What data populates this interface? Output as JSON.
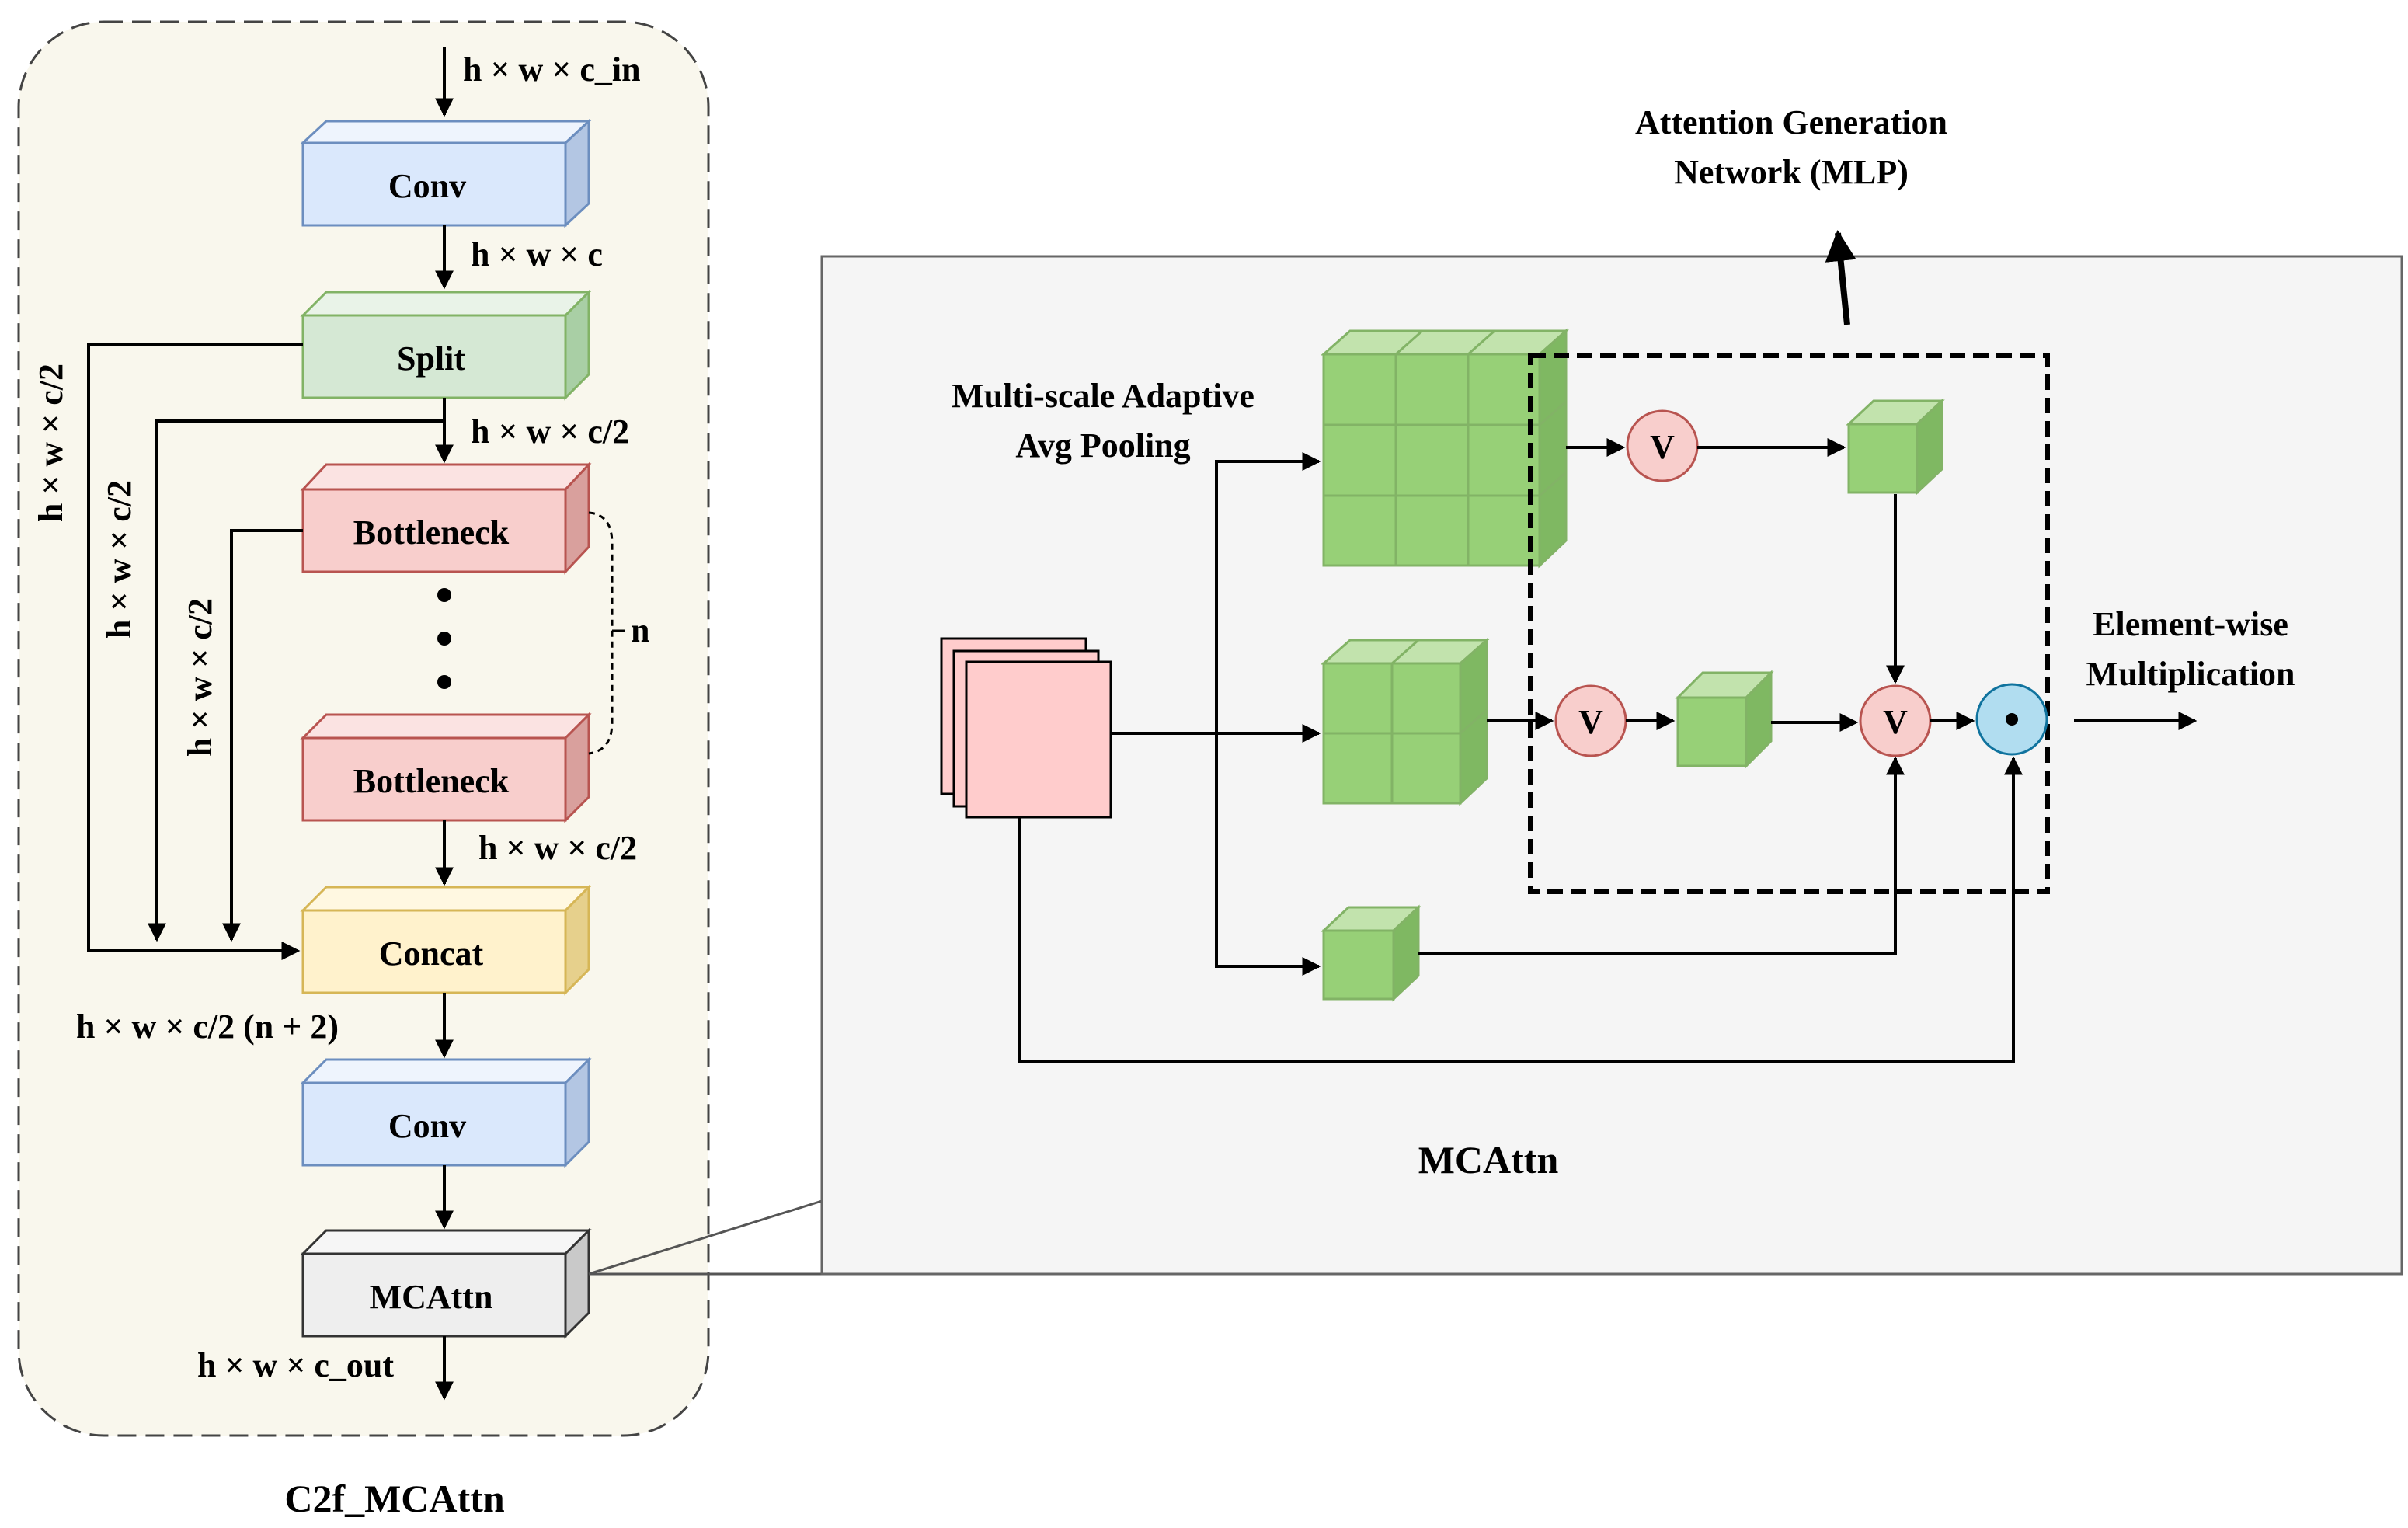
{
  "left_panel": {
    "title": "C2f_MCAttn",
    "blocks": {
      "conv1": "Conv",
      "split": "Split",
      "bottleneck1": "Bottleneck",
      "bottleneck2": "Bottleneck",
      "concat": "Concat",
      "conv2": "Conv",
      "mcattn": "MCAttn"
    },
    "labels": {
      "in": "h × w × c_in",
      "after_conv": "h × w × c",
      "after_split": "h × w × c/2",
      "after_bottleneck": "h × w × c/2",
      "branch_outer": "h × w × c/2",
      "branch_mid": "h × w × c/2",
      "branch_inner": "h × w × c/2",
      "concat_out": "h × w × c/2 (n + 2)",
      "out": "h × w × c_out",
      "repeat_n": "n"
    }
  },
  "right_panel": {
    "title": "MCAttn",
    "pooling_label_line1": "Multi-scale Adaptive",
    "pooling_label_line2": "Avg Pooling",
    "mlp_label_line1": "Attention Generation",
    "mlp_label_line2": "Network (MLP)",
    "mult_label_line1": "Element-wise",
    "mult_label_line2": "Multiplication",
    "v_symbol": "V",
    "dot_symbol": "•"
  },
  "colors": {
    "conv": "#dae8fc",
    "conv_dark": "#9fb4d4",
    "split": "#d5e8d4",
    "split_dark": "#9cc39a",
    "bottleneck": "#f8cecc",
    "bottleneck_dark": "#d69a98",
    "concat": "#fff2cc",
    "concat_dark": "#e0cc8f",
    "mcattn": "#eeeeee",
    "mcattn_dark": "#c4c4c4",
    "cube_green": "#97d077",
    "cube_green_top": "#c2e3ad",
    "cube_green_side": "#7fb862",
    "feature": "#ffcccc",
    "v_fill": "#f8cecc",
    "v_stroke": "#b85450",
    "dot_fill": "#b1ddf0",
    "dot_stroke": "#10739e",
    "panel_left": "#f9f7ed",
    "panel_right": "#f5f5f5"
  }
}
